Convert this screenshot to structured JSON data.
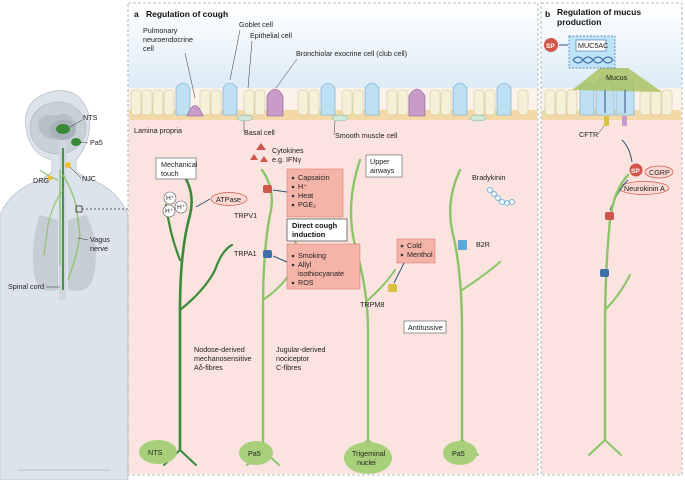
{
  "panel_a": {
    "letter": "a",
    "title": "Regulation of cough",
    "cells": {
      "pulmonary_neuroendocrine": [
        "Pulmonary",
        "neuroendocrine",
        "cell"
      ],
      "goblet": "Goblet cell",
      "epithelial": "Epithelial cell",
      "club": "Bronchiolar exocrine cell (club cell)",
      "basal": "Basal cell",
      "smooth_muscle": "Smooth muscle cell",
      "lamina_propria": "Lamina propria"
    },
    "mechanical_touch": [
      "Mechanical",
      "touch"
    ],
    "atpase": "ATPase",
    "h_ion": "H⁺",
    "cytokines": [
      "Cytokines",
      "e.g. IFNγ"
    ],
    "upper_airways": [
      "Upper",
      "airways"
    ],
    "trpv1": "TRPV1",
    "trpv1_stimuli": [
      "Capsaicin",
      "H⁺",
      "Heat",
      "PGE₂"
    ],
    "direct_cough": [
      "Direct cough",
      "induction"
    ],
    "trpa1": "TRPA1",
    "trpa1_stimuli": [
      "Smoking",
      "Allyl",
      "isothiocyanate",
      "ROS"
    ],
    "trpm8_stimuli": [
      "Cold",
      "Menthol"
    ],
    "trpm8": "TRPM8",
    "antitussive": "Antitussive",
    "bradykinin": "Bradykinin",
    "b2r": "B2R",
    "fibre1": [
      "Nodose-derived",
      "mechanosensitive",
      "Aδ-fibres"
    ],
    "fibre2": [
      "Jugular-derived",
      "nociceptor",
      "C-fibres"
    ],
    "nuclei": [
      "NTS",
      "Pa5",
      "Trigeminal",
      "nuclei",
      "Pa5"
    ]
  },
  "panel_b": {
    "letter": "b",
    "title": [
      "Regulation of mucus",
      "production"
    ],
    "sp": "SP",
    "muc5ac": "MUC5AC",
    "mucus": "Mucus",
    "cftr": "CFTR",
    "cgrp": "CGRP",
    "neurokinin": "Neurokinin A"
  },
  "body": {
    "nts": "NTS",
    "pa5": "Pa5",
    "drg": "DRG",
    "njc": "NJC",
    "vagus": [
      "Vagus",
      "nerve"
    ],
    "spinal": "Spinal cord"
  },
  "colors": {
    "nerve_dark": "#3a8a3a",
    "nerve_light": "#8cc46a",
    "pink_bg": "#fbe3e0",
    "box_fill": "#f5b4a8",
    "blue_cell": "#bfe0f2",
    "purple_cell": "#c89bc8"
  }
}
